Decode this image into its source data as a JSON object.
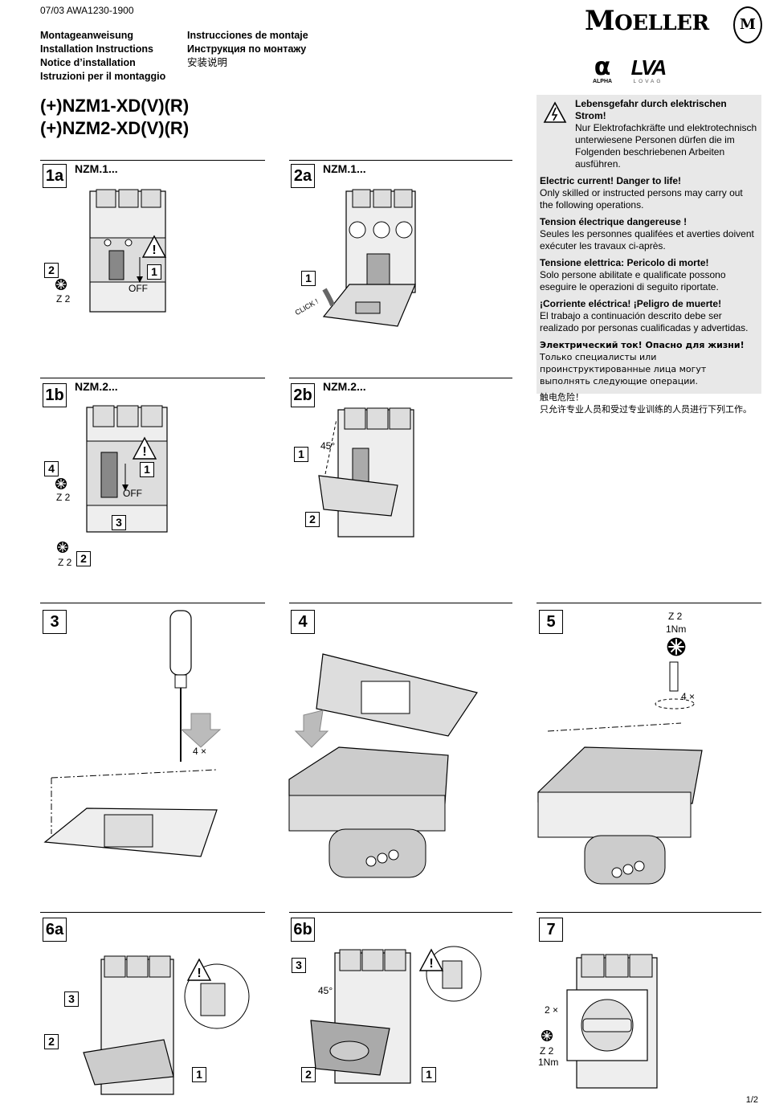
{
  "header": {
    "doc_code": "07/03 AWA1230-1900",
    "titles_col1": [
      "Montageanweisung",
      "Installation Instructions",
      "Notice d’installation",
      "Istruzioni per il montaggio"
    ],
    "titles_col2": [
      "Instrucciones de montaje",
      "Инструкция по монтажу",
      "安装说明"
    ],
    "brand_first": "M",
    "brand_rest": "OELLER",
    "seal_text": "M",
    "logo_alpha_glyph": "α",
    "logo_alpha_text": "ALPHA",
    "logo_lovag_glyph": "LVA",
    "logo_lovag_text": "LOVAG"
  },
  "model_lines": [
    "(+)NZM1-XD(V)(R)",
    "(+)NZM2-XD(V)(R)"
  ],
  "warning": {
    "de_title": "Lebensgefahr durch elektrischen Strom!",
    "de_text": "Nur Elektrofachkräfte und elektrotechnisch unterwiesene Personen dürfen die im Folgenden beschriebenen Arbeiten ausführen.",
    "en_title": "Electric current! Danger to life!",
    "en_text": "Only skilled or instructed persons may carry out the following operations.",
    "fr_title": "Tension électrique dangereuse !",
    "fr_text": "Seules les personnes qualifées et averties doivent exécuter les travaux ci-après.",
    "it_title": "Tensione elettrica: Pericolo di morte!",
    "it_text": "Solo persone abilitate e qualificate possono eseguire le operazioni di seguito riportate.",
    "es_title": "¡Corriente eléctrica! ¡Peligro de muerte!",
    "es_text": "El trabajo a continuación descrito debe ser realizado por personas cualificadas y advertidas.",
    "ru_title": "Электрический ток! Опасно для жизни!",
    "ru_text": "Только специалисты или проинструктированные лица могут выполнять следующие операции.",
    "zh_title": "触电危险！",
    "zh_text": "只允许专业人员和受过专业训练的人员进行下列工作。"
  },
  "steps": {
    "s1a": {
      "num": "1a",
      "subtitle": "NZM.1...",
      "b1": "1",
      "b2": "2",
      "off": "OFF",
      "tool": "Z 2"
    },
    "s2a": {
      "num": "2a",
      "subtitle": "NZM.1...",
      "b1": "1",
      "click": "CLICK !"
    },
    "s1b": {
      "num": "1b",
      "subtitle": "NZM.2...",
      "b1": "1",
      "b3": "3",
      "b4": "4",
      "b2": "2",
      "off": "OFF",
      "tool": "Z 2",
      "tool2": "Z 2"
    },
    "s2b": {
      "num": "2b",
      "subtitle": "NZM.2...",
      "b1": "1",
      "b2": "2",
      "angle": "45°"
    },
    "s3": {
      "num": "3",
      "count": "4 ×"
    },
    "s4": {
      "num": "4"
    },
    "s5": {
      "num": "5",
      "tool": "Z 2",
      "torque": "1Nm",
      "count": "4 ×"
    },
    "s6a": {
      "num": "6a",
      "b1": "1",
      "b2": "2",
      "b3": "3"
    },
    "s6b": {
      "num": "6b",
      "b1": "1",
      "b2": "2",
      "b3": "3",
      "angle": "45°"
    },
    "s7": {
      "num": "7",
      "count": "2 ×",
      "tool": "Z 2",
      "torque": "1Nm"
    }
  },
  "footer": {
    "page": "1/2"
  }
}
